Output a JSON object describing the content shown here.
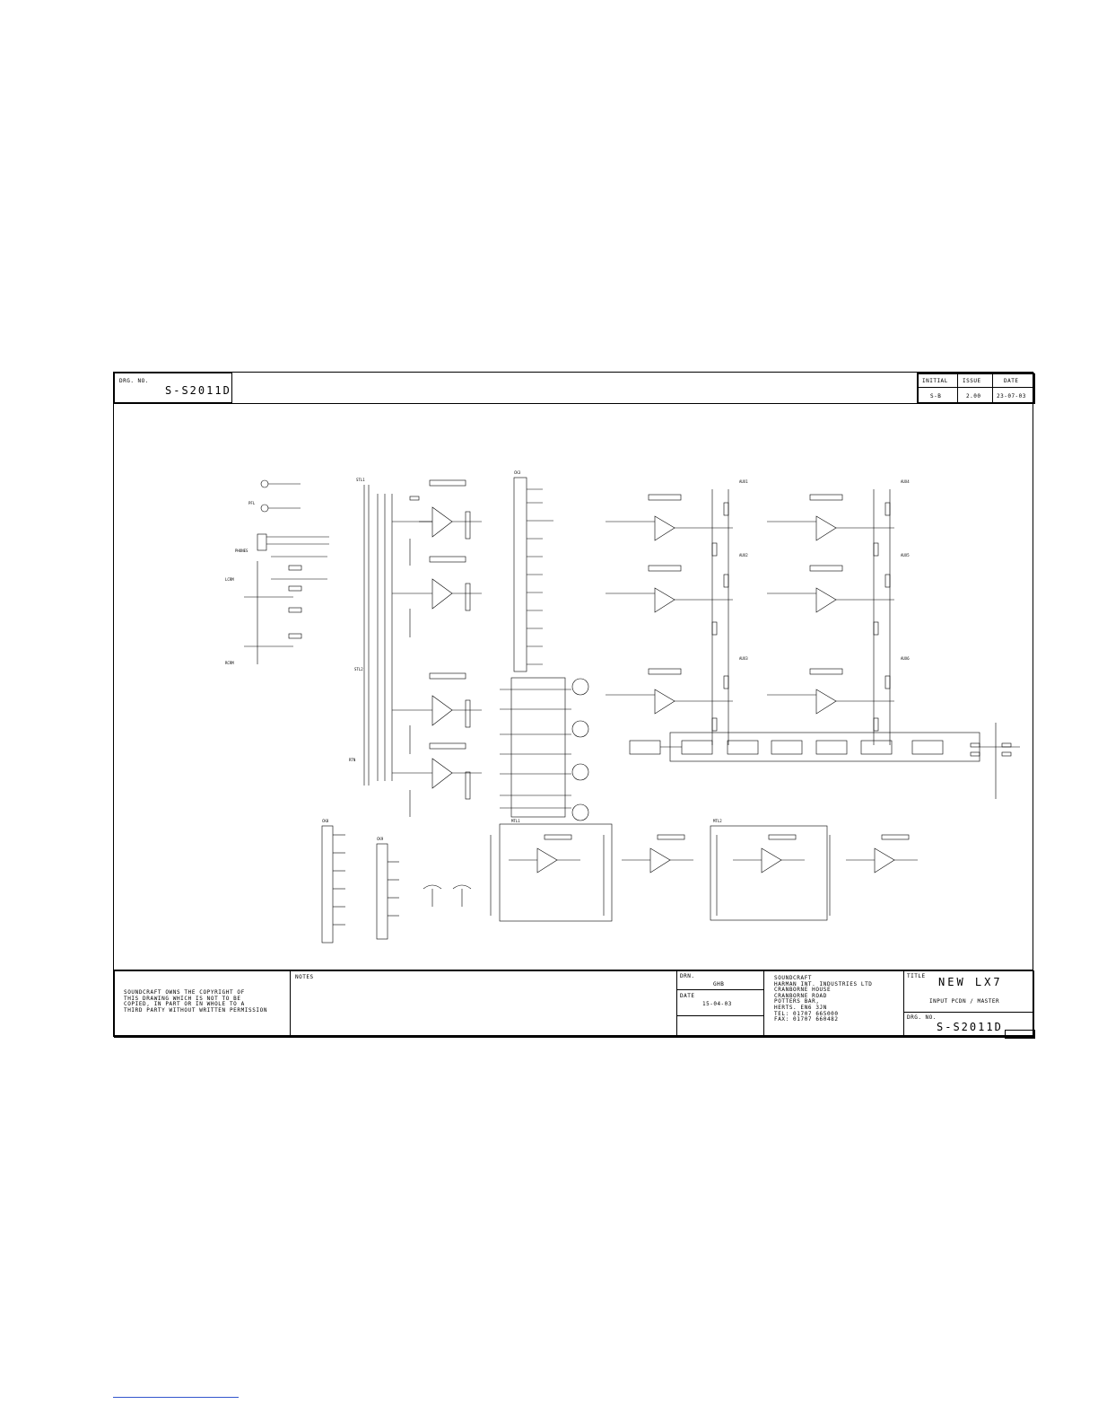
{
  "header": {
    "drg_no_label": "DRG. NO.",
    "drg_no_value": "S-S2011D",
    "initial_label": "INITIAL",
    "initial_value": "S-B",
    "issue_label": "ISSUE",
    "issue_value": "2.00",
    "date_label": "DATE",
    "date_value": "23-07-03"
  },
  "schematic": {
    "labels": {
      "stl1": "STL1",
      "stl2": "STL2",
      "rtn": "RTN",
      "ck3": "CK3",
      "pfl": "PFL",
      "lcrm": "LCRM",
      "rcrm": "RCRM",
      "phones": "PHONES",
      "aux1": "AUX1",
      "aux2": "AUX2",
      "aux3": "AUX3",
      "aux4": "AUX4",
      "aux5": "AUX5",
      "aux6": "AUX6",
      "mtl1": "MTL1",
      "mtl2": "MTL2",
      "ck8": "CK8",
      "ck9": "CK9"
    }
  },
  "footer": {
    "copyright": "SOUNDCRAFT OWNS THE COPYRIGHT OF\nTHIS DRAWING WHICH IS NOT TO BE\nCOPIED, IN PART OR IN WHOLE TO A\nTHIRD PARTY WITHOUT WRITTEN PERMISSION",
    "notes_label": "NOTES",
    "drn_label": "DRN.",
    "drn_value": "GHB",
    "date_label": "DATE",
    "date_value": "15-04-03",
    "company": "SOUNDCRAFT\nHARMAN INT. INDUSTRIES LTD\nCRANBORNE HOUSE\nCRANBORNE ROAD\nPOTTERS BAR,\nHERTS. EN6 3JN\nTEL: 01707 665000\nFAX: 01707 660482",
    "title_label": "TITLE",
    "title_main": "NEW LX7",
    "title_sub": "INPUT PCDN / MASTER",
    "drg_no_label": "DRG. NO.",
    "drg_no_value": "S-S2011D"
  }
}
